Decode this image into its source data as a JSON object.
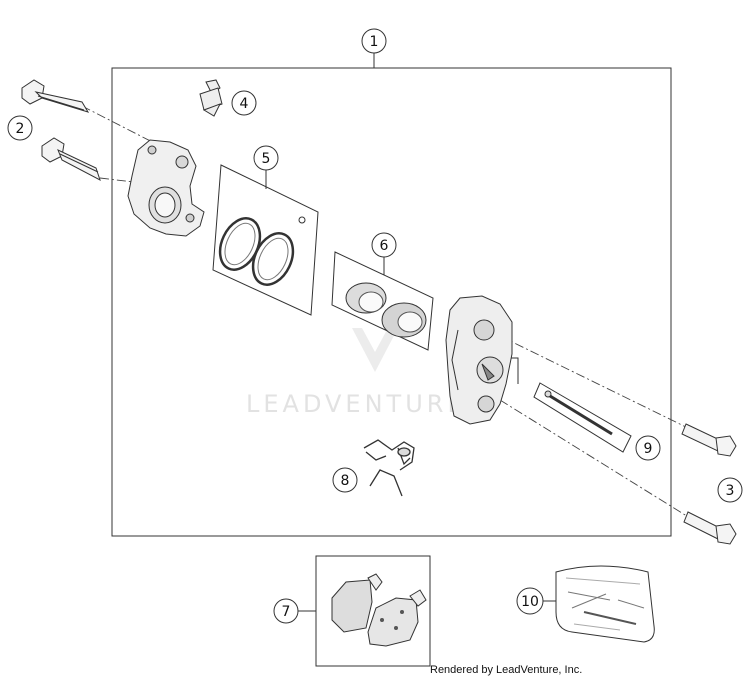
{
  "callouts": {
    "c1": "1",
    "c2": "2",
    "c3": "3",
    "c4": "4",
    "c5": "5",
    "c6": "6",
    "c7": "7",
    "c8": "8",
    "c9": "9",
    "c10": "10"
  },
  "watermark": "LEADVENTURE",
  "footer": "Rendered by LeadVenture, Inc."
}
